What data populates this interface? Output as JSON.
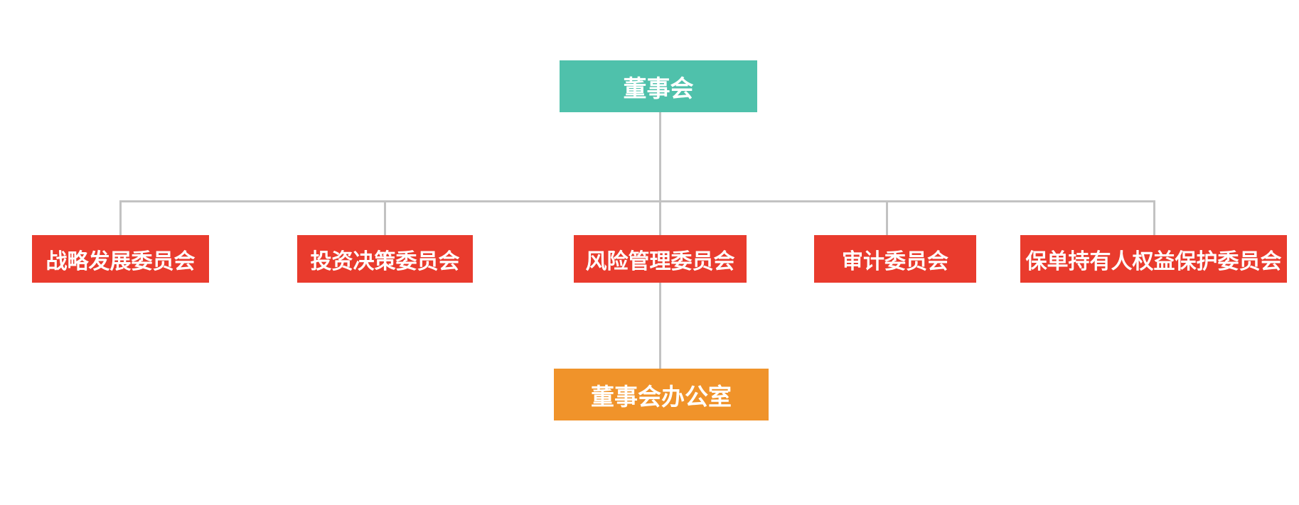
{
  "org_chart": {
    "root": {
      "label": "董事会"
    },
    "committees": [
      {
        "label": "战略发展委员会"
      },
      {
        "label": "投资决策委员会"
      },
      {
        "label": "风险管理委员会"
      },
      {
        "label": "审计委员会"
      },
      {
        "label": "保单持有人权益保护委员会"
      }
    ],
    "office": {
      "label": "董事会办公室",
      "parent": "风险管理委员会"
    },
    "colors": {
      "root_box": "#4fc1ab",
      "committee_box": "#e93b2d",
      "office_box": "#f0932a",
      "connector": "#c2c2c2",
      "text": "#ffffff"
    }
  }
}
